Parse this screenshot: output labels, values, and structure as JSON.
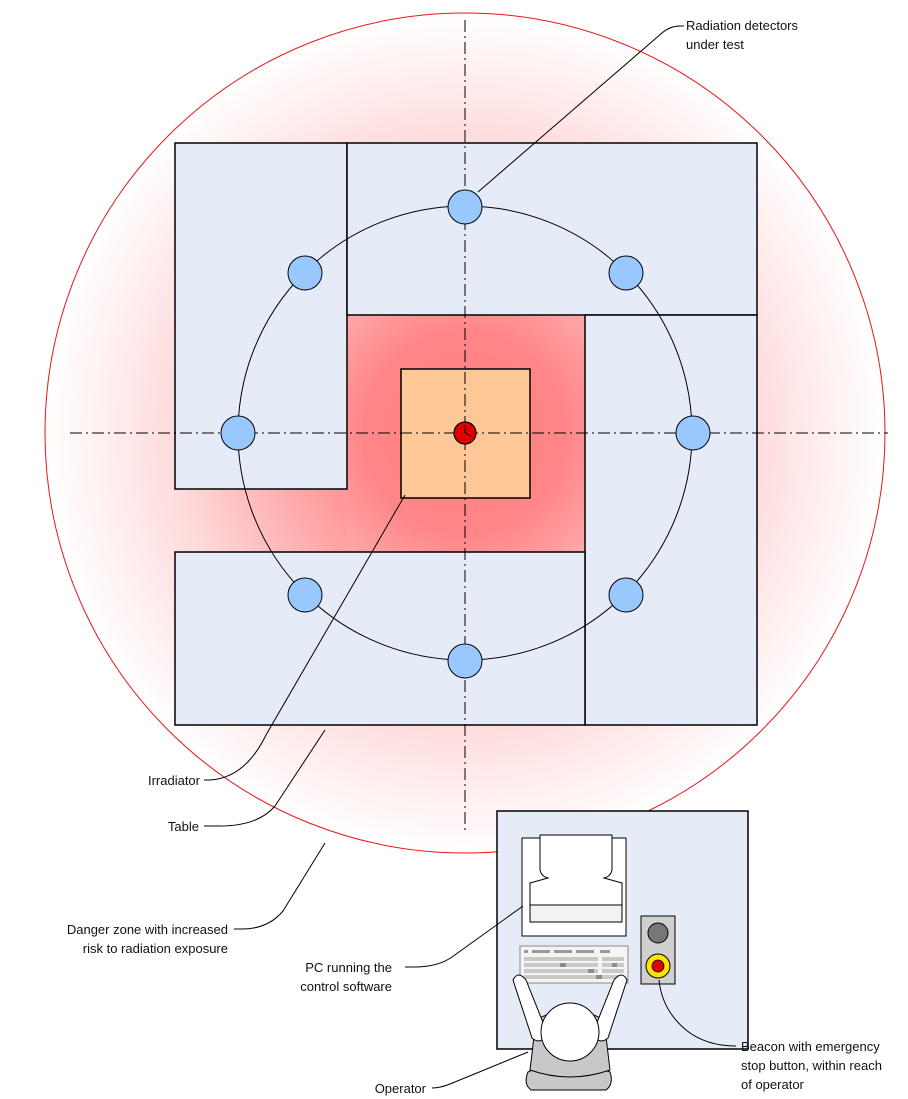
{
  "labels": {
    "detectors_line1": "Radiation detectors",
    "detectors_line2": "under test",
    "irradiator": "Irradiator",
    "table": "Table",
    "danger_line1": "Danger zone with increased",
    "danger_line2": "risk to radiation exposure",
    "pc_line1": "PC running the",
    "pc_line2": "control software",
    "operator": "Operator",
    "beacon_line1": "Beacon with emergency",
    "beacon_line2": "stop button, within reach",
    "beacon_line3": "of operator"
  },
  "colors": {
    "danger_zone_edge": "#e8161b",
    "danger_gradient_center": "#ff8a8c",
    "table": "#e6ecf7",
    "irradiator": "#ffc896",
    "detector": "#99c8ff",
    "source": "#e10000",
    "stop_button": "#ffe300",
    "desk": "#e6ecf7"
  },
  "icons": [
    "radiation-source-icon",
    "detector-icon",
    "monitor-icon",
    "keyboard-icon",
    "beacon-icon",
    "operator-icon"
  ]
}
